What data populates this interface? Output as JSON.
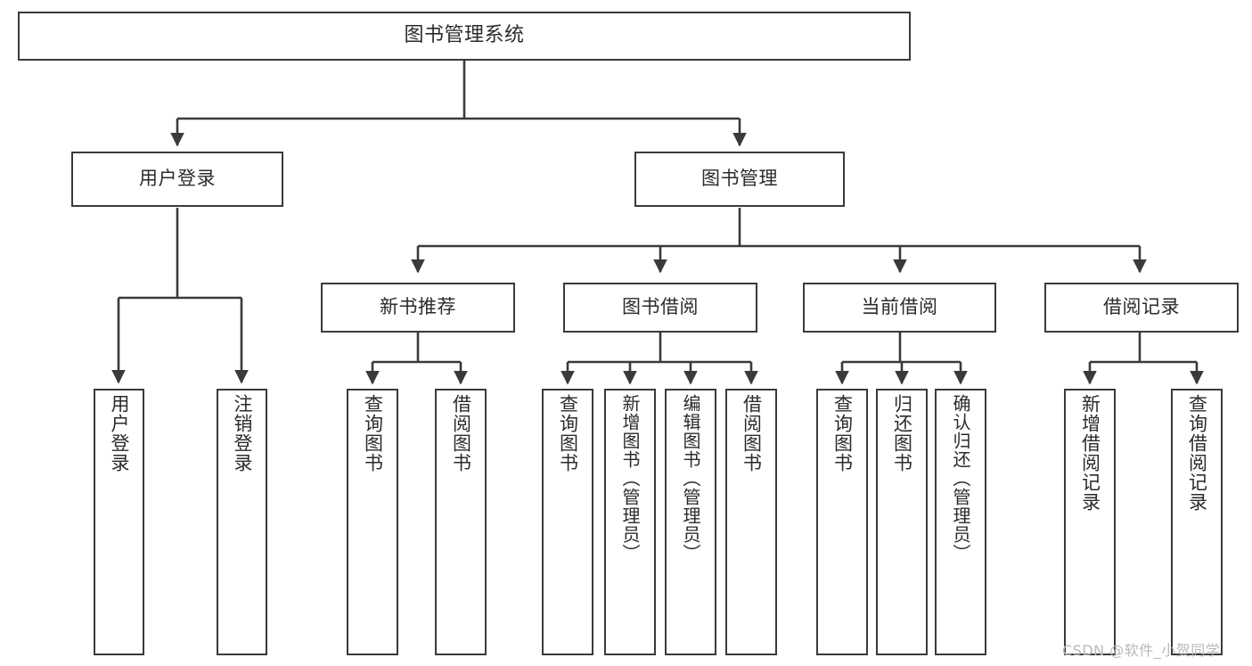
{
  "diagram": {
    "title": "图书管理系统",
    "type": "tree-hierarchy",
    "background_color": "#ffffff",
    "stroke_color": "#3a3a3a",
    "text_color": "#2b2b2b"
  },
  "nodes": {
    "root": {
      "label": "图书管理系统"
    },
    "level1": [
      {
        "label": "用户登录"
      },
      {
        "label": "图书管理"
      }
    ],
    "level2": [
      {
        "label": "新书推荐"
      },
      {
        "label": "图书借阅"
      },
      {
        "label": "当前借阅"
      },
      {
        "label": "借阅记录"
      }
    ],
    "leaves_user_login": [
      {
        "label": "用户登录"
      },
      {
        "label": "注销登录"
      }
    ],
    "leaves_new_book": [
      {
        "label": "查询图书"
      },
      {
        "label": "借阅图书"
      }
    ],
    "leaves_borrow": [
      {
        "label": "查询图书"
      },
      {
        "label": "新增图书（管理员）"
      },
      {
        "label": "编辑图书（管理员）"
      },
      {
        "label": "借阅图书"
      }
    ],
    "leaves_current": [
      {
        "label": "查询图书"
      },
      {
        "label": "归还图书"
      },
      {
        "label": "确认归还（管理员）"
      }
    ],
    "leaves_records": [
      {
        "label": "新增借阅记录"
      },
      {
        "label": "查询借阅记录"
      }
    ]
  },
  "watermark": {
    "text": "CSDN @软件_小贺同学",
    "color": "#b9b9b9"
  }
}
